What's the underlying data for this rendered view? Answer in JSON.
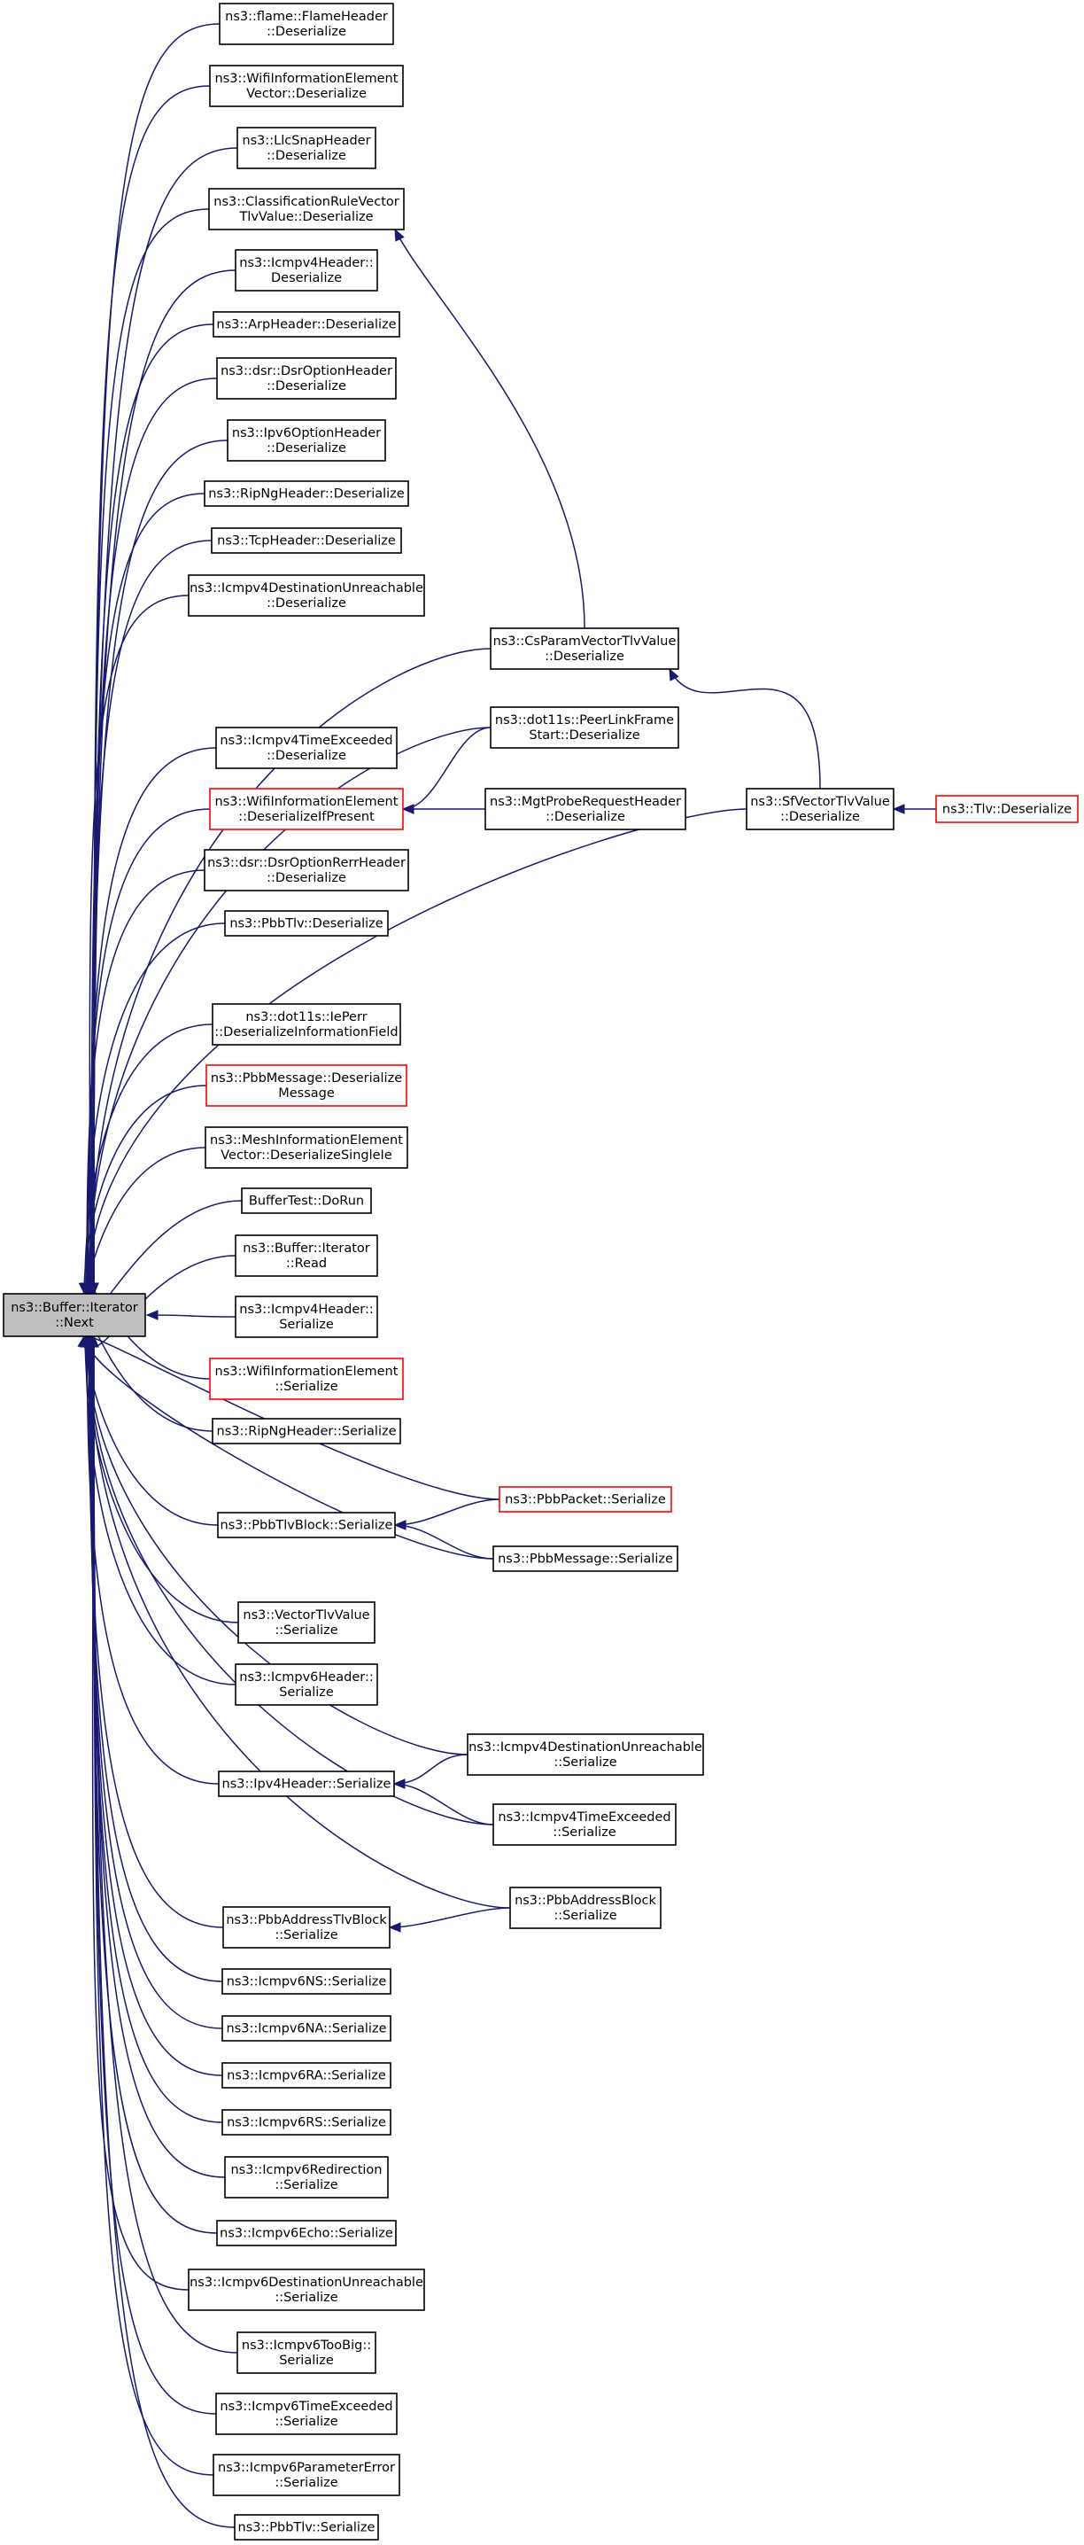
{
  "colors": {
    "edge": "#191970",
    "node_border": "#000000",
    "truncated_node_border": "#ff0000",
    "root_fill": "#bfbfbf"
  },
  "nodes": [
    {
      "id": "root",
      "lines": [
        "ns3::Buffer::Iterator",
        "::Next"
      ],
      "root": true
    },
    {
      "id": "n_flame",
      "lines": [
        "ns3::flame::FlameHeader",
        "::Deserialize"
      ]
    },
    {
      "id": "n_wifivec",
      "lines": [
        "ns3::WifiInformationElement",
        "Vector::Deserialize"
      ]
    },
    {
      "id": "n_llcsnap",
      "lines": [
        "ns3::LlcSnapHeader",
        "::Deserialize"
      ]
    },
    {
      "id": "n_classrule",
      "lines": [
        "ns3::ClassificationRuleVector",
        "TlvValue::Deserialize"
      ]
    },
    {
      "id": "n_icmpv4hdr_d",
      "lines": [
        "ns3::Icmpv4Header::",
        "Deserialize"
      ]
    },
    {
      "id": "n_arp",
      "lines": [
        "ns3::ArpHeader::Deserialize"
      ]
    },
    {
      "id": "n_dsropt",
      "lines": [
        "ns3::dsr::DsrOptionHeader",
        "::Deserialize"
      ]
    },
    {
      "id": "n_ipv6opt",
      "lines": [
        "ns3::Ipv6OptionHeader",
        "::Deserialize"
      ]
    },
    {
      "id": "n_ripng_d",
      "lines": [
        "ns3::RipNgHeader::Deserialize"
      ]
    },
    {
      "id": "n_tcp",
      "lines": [
        "ns3::TcpHeader::Deserialize"
      ]
    },
    {
      "id": "n_icmpv4du_d",
      "lines": [
        "ns3::Icmpv4DestinationUnreachable",
        "::Deserialize"
      ]
    },
    {
      "id": "n_csparam",
      "lines": [
        "ns3::CsParamVectorTlvValue",
        "::Deserialize"
      ]
    },
    {
      "id": "n_peerlink",
      "lines": [
        "ns3::dot11s::PeerLinkFrame",
        "Start::Deserialize"
      ]
    },
    {
      "id": "n_icmpv4te_d",
      "lines": [
        "ns3::Icmpv4TimeExceeded",
        "::Deserialize"
      ]
    },
    {
      "id": "n_wifiie_dip",
      "lines": [
        "ns3::WifiInformationElement",
        "::DeserializeIfPresent"
      ],
      "truncated": true
    },
    {
      "id": "n_mgtprobe",
      "lines": [
        "ns3::MgtProbeRequestHeader",
        "::Deserialize"
      ]
    },
    {
      "id": "n_sfvector",
      "lines": [
        "ns3::SfVectorTlvValue",
        "::Deserialize"
      ]
    },
    {
      "id": "n_tlv_d",
      "lines": [
        "ns3::Tlv::Deserialize"
      ],
      "truncated": true
    },
    {
      "id": "n_dsrrerr",
      "lines": [
        "ns3::dsr::DsrOptionRerrHeader",
        "::Deserialize"
      ]
    },
    {
      "id": "n_pbbtlv_d",
      "lines": [
        "ns3::PbbTlv::Deserialize"
      ]
    },
    {
      "id": "n_ieperr",
      "lines": [
        "ns3::dot11s::IePerr",
        "::DeserializeInformationField"
      ]
    },
    {
      "id": "n_pbbmsg_d",
      "lines": [
        "ns3::PbbMessage::Deserialize",
        "Message"
      ],
      "truncated": true
    },
    {
      "id": "n_meshvec",
      "lines": [
        "ns3::MeshInformationElement",
        "Vector::DeserializeSingleIe"
      ]
    },
    {
      "id": "n_buffertest",
      "lines": [
        "BufferTest::DoRun"
      ]
    },
    {
      "id": "n_bufread",
      "lines": [
        "ns3::Buffer::Iterator",
        "::Read"
      ]
    },
    {
      "id": "n_icmpv4hdr_s",
      "lines": [
        "ns3::Icmpv4Header::",
        "Serialize"
      ]
    },
    {
      "id": "n_wifiie_s",
      "lines": [
        "ns3::WifiInformationElement",
        "::Serialize"
      ],
      "truncated": true
    },
    {
      "id": "n_ripng_s",
      "lines": [
        "ns3::RipNgHeader::Serialize"
      ]
    },
    {
      "id": "n_pbbpacket_s",
      "lines": [
        "ns3::PbbPacket::Serialize"
      ],
      "truncated": true
    },
    {
      "id": "n_pbbtlvblock_s",
      "lines": [
        "ns3::PbbTlvBlock::Serialize"
      ]
    },
    {
      "id": "n_pbbmsg_s",
      "lines": [
        "ns3::PbbMessage::Serialize"
      ]
    },
    {
      "id": "n_vectortlv_s",
      "lines": [
        "ns3::VectorTlvValue",
        "::Serialize"
      ]
    },
    {
      "id": "n_icmpv6hdr_s",
      "lines": [
        "ns3::Icmpv6Header::",
        "Serialize"
      ]
    },
    {
      "id": "n_icmpv4du_s",
      "lines": [
        "ns3::Icmpv4DestinationUnreachable",
        "::Serialize"
      ]
    },
    {
      "id": "n_ipv4hdr_s",
      "lines": [
        "ns3::Ipv4Header::Serialize"
      ]
    },
    {
      "id": "n_icmpv4te_s",
      "lines": [
        "ns3::Icmpv4TimeExceeded",
        "::Serialize"
      ]
    },
    {
      "id": "n_pbbaddrblock_s",
      "lines": [
        "ns3::PbbAddressBlock",
        "::Serialize"
      ]
    },
    {
      "id": "n_pbbaddrtlv_s",
      "lines": [
        "ns3::PbbAddressTlvBlock",
        "::Serialize"
      ]
    },
    {
      "id": "n_icmpv6ns",
      "lines": [
        "ns3::Icmpv6NS::Serialize"
      ]
    },
    {
      "id": "n_icmpv6na",
      "lines": [
        "ns3::Icmpv6NA::Serialize"
      ]
    },
    {
      "id": "n_icmpv6ra",
      "lines": [
        "ns3::Icmpv6RA::Serialize"
      ]
    },
    {
      "id": "n_icmpv6rs",
      "lines": [
        "ns3::Icmpv6RS::Serialize"
      ]
    },
    {
      "id": "n_icmpv6redir",
      "lines": [
        "ns3::Icmpv6Redirection",
        "::Serialize"
      ]
    },
    {
      "id": "n_icmpv6echo",
      "lines": [
        "ns3::Icmpv6Echo::Serialize"
      ]
    },
    {
      "id": "n_icmpv6du",
      "lines": [
        "ns3::Icmpv6DestinationUnreachable",
        "::Serialize"
      ]
    },
    {
      "id": "n_icmpv6toobig",
      "lines": [
        "ns3::Icmpv6TooBig::",
        "Serialize"
      ]
    },
    {
      "id": "n_icmpv6te",
      "lines": [
        "ns3::Icmpv6TimeExceeded",
        "::Serialize"
      ]
    },
    {
      "id": "n_icmpv6pe",
      "lines": [
        "ns3::Icmpv6ParameterError",
        "::Serialize"
      ]
    },
    {
      "id": "n_pbbtlv_s",
      "lines": [
        "ns3::PbbTlv::Serialize"
      ]
    }
  ],
  "edges": [
    {
      "from": "n_flame",
      "to": "root"
    },
    {
      "from": "n_wifivec",
      "to": "root"
    },
    {
      "from": "n_llcsnap",
      "to": "root"
    },
    {
      "from": "n_classrule",
      "to": "root"
    },
    {
      "from": "n_icmpv4hdr_d",
      "to": "root"
    },
    {
      "from": "n_arp",
      "to": "root"
    },
    {
      "from": "n_dsropt",
      "to": "root"
    },
    {
      "from": "n_ipv6opt",
      "to": "root"
    },
    {
      "from": "n_ripng_d",
      "to": "root"
    },
    {
      "from": "n_tcp",
      "to": "root"
    },
    {
      "from": "n_icmpv4du_d",
      "to": "root"
    },
    {
      "from": "n_csparam",
      "to": "root"
    },
    {
      "from": "n_peerlink",
      "to": "root"
    },
    {
      "from": "n_icmpv4te_d",
      "to": "root"
    },
    {
      "from": "n_wifiie_dip",
      "to": "root"
    },
    {
      "from": "n_dsrrerr",
      "to": "root"
    },
    {
      "from": "n_pbbtlv_d",
      "to": "root"
    },
    {
      "from": "n_sfvector",
      "to": "root"
    },
    {
      "from": "n_ieperr",
      "to": "root"
    },
    {
      "from": "n_pbbmsg_d",
      "to": "root"
    },
    {
      "from": "n_meshvec",
      "to": "root"
    },
    {
      "from": "n_buffertest",
      "to": "root"
    },
    {
      "from": "n_bufread",
      "to": "root"
    },
    {
      "from": "n_icmpv4hdr_s",
      "to": "root"
    },
    {
      "from": "n_wifiie_s",
      "to": "root"
    },
    {
      "from": "n_ripng_s",
      "to": "root"
    },
    {
      "from": "n_pbbpacket_s",
      "to": "root"
    },
    {
      "from": "n_pbbtlvblock_s",
      "to": "root"
    },
    {
      "from": "n_pbbmsg_s",
      "to": "root"
    },
    {
      "from": "n_vectortlv_s",
      "to": "root"
    },
    {
      "from": "n_icmpv6hdr_s",
      "to": "root"
    },
    {
      "from": "n_icmpv4du_s",
      "to": "root"
    },
    {
      "from": "n_ipv4hdr_s",
      "to": "root"
    },
    {
      "from": "n_icmpv4te_s",
      "to": "root"
    },
    {
      "from": "n_pbbaddrblock_s",
      "to": "root"
    },
    {
      "from": "n_pbbaddrtlv_s",
      "to": "root"
    },
    {
      "from": "n_icmpv6ns",
      "to": "root"
    },
    {
      "from": "n_icmpv6na",
      "to": "root"
    },
    {
      "from": "n_icmpv6ra",
      "to": "root"
    },
    {
      "from": "n_icmpv6rs",
      "to": "root"
    },
    {
      "from": "n_icmpv6redir",
      "to": "root"
    },
    {
      "from": "n_icmpv6echo",
      "to": "root"
    },
    {
      "from": "n_icmpv6du",
      "to": "root"
    },
    {
      "from": "n_icmpv6toobig",
      "to": "root"
    },
    {
      "from": "n_icmpv6te",
      "to": "root"
    },
    {
      "from": "n_icmpv6pe",
      "to": "root"
    },
    {
      "from": "n_pbbtlv_s",
      "to": "root"
    },
    {
      "from": "n_csparam",
      "to": "n_classrule"
    },
    {
      "from": "n_sfvector",
      "to": "n_csparam"
    },
    {
      "from": "n_tlv_d",
      "to": "n_sfvector"
    },
    {
      "from": "n_peerlink",
      "to": "n_wifiie_dip"
    },
    {
      "from": "n_mgtprobe",
      "to": "n_wifiie_dip"
    },
    {
      "from": "n_pbbpacket_s",
      "to": "n_pbbtlvblock_s"
    },
    {
      "from": "n_pbbmsg_s",
      "to": "n_pbbtlvblock_s"
    },
    {
      "from": "n_icmpv4du_s",
      "to": "n_ipv4hdr_s"
    },
    {
      "from": "n_icmpv4te_s",
      "to": "n_ipv4hdr_s"
    },
    {
      "from": "n_pbbaddrblock_s",
      "to": "n_pbbaddrtlv_s"
    }
  ]
}
